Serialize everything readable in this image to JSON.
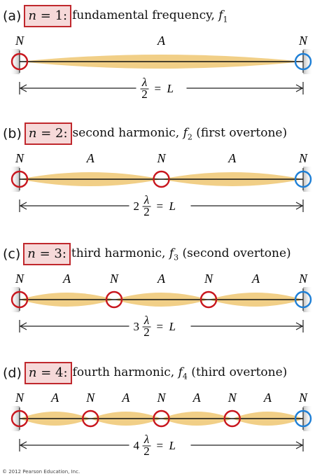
{
  "panels": [
    {
      "letter": "(a)",
      "n_var": "n",
      "n_rest": " = 1:",
      "desc_main": " fundamental frequency, ",
      "desc_f": "f",
      "desc_sub": "1",
      "desc_tail": "",
      "harmonic": 1,
      "coef": "",
      "lambda": "λ",
      "two": "2",
      "equals": "=",
      "L": "L"
    },
    {
      "letter": "(b)",
      "n_var": "n",
      "n_rest": " = 2:",
      "desc_main": " second harmonic, ",
      "desc_f": "f",
      "desc_sub": "2",
      "desc_tail": " (first overtone)",
      "harmonic": 2,
      "coef": "2",
      "lambda": "λ",
      "two": "2",
      "equals": "=",
      "L": "L"
    },
    {
      "letter": "(c)",
      "n_var": "n",
      "n_rest": " = 3:",
      "desc_main": "third harmonic, ",
      "desc_f": "f",
      "desc_sub": "3",
      "desc_tail": " (second overtone)",
      "harmonic": 3,
      "coef": "3",
      "lambda": "λ",
      "two": "2",
      "equals": "=",
      "L": "L"
    },
    {
      "letter": "(d)",
      "n_var": "n",
      "n_rest": " = 4:",
      "desc_main": "fourth harmonic, ",
      "desc_f": "f",
      "desc_sub": "4",
      "desc_tail": " (third overtone)",
      "harmonic": 4,
      "coef": "4",
      "lambda": "λ",
      "two": "2",
      "equals": "=",
      "L": "L"
    }
  ],
  "node_label": "N",
  "antinode_label": "A",
  "colors": {
    "envelope": "#f1cf87",
    "node_red": "#c8161e",
    "node_blue": "#1e7fd6",
    "end_shade": "#bdbdbd",
    "box_border": "#c0282d",
    "box_fill": "#f6d9d9"
  },
  "credit": "© 2012 Pearson Education, Inc."
}
